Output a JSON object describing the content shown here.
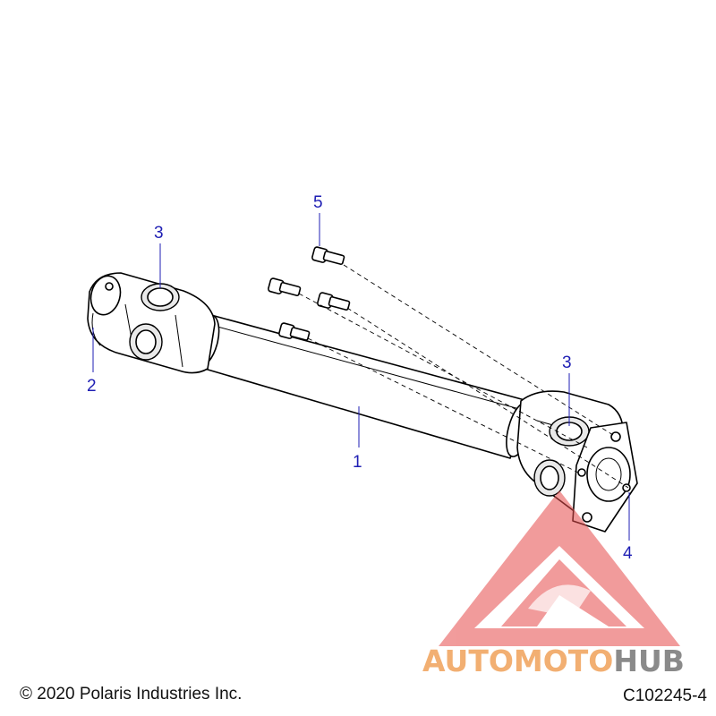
{
  "callouts": [
    {
      "id": "1",
      "label": "1"
    },
    {
      "id": "2",
      "label": "2"
    },
    {
      "id": "3a",
      "label": "3"
    },
    {
      "id": "3b",
      "label": "3"
    },
    {
      "id": "4",
      "label": "4"
    },
    {
      "id": "5",
      "label": "5"
    }
  ],
  "footer": {
    "copyright": "© 2020 Polaris Industries Inc.",
    "figure_id": "C102245-4"
  },
  "watermark": {
    "part1": "AUTOMOTO",
    "part2": "HUB",
    "color_primary": "#f0a25a",
    "color_secondary": "#8a8a8a",
    "logo_color": "#e64b4b"
  },
  "colors": {
    "callout": "#1f1fb4",
    "line": "#000000"
  }
}
